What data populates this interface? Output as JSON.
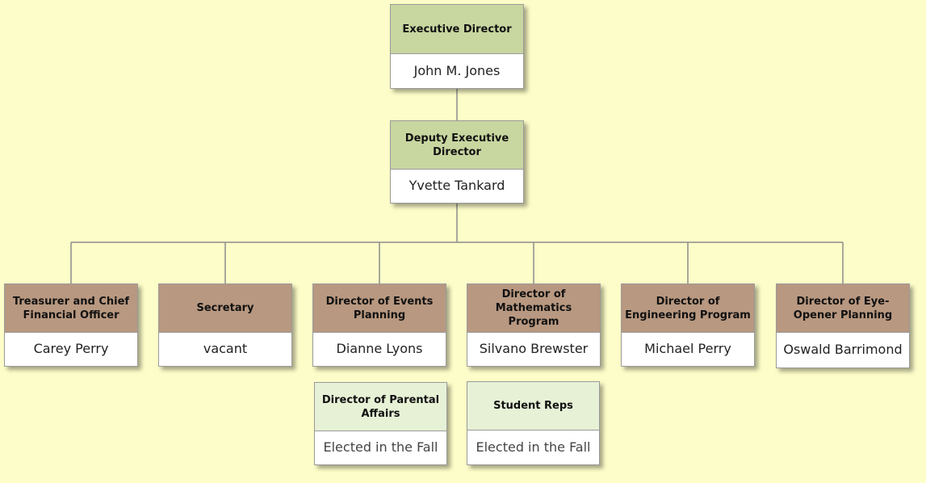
{
  "colors": {
    "background": "#fdfdc9",
    "executive_header": "#c8d6a0",
    "director_header": "#b89880",
    "sub_header": "#e6f1d6",
    "connector": "#8c8c8c"
  },
  "executive": {
    "title": "Executive Director",
    "name": "John M. Jones"
  },
  "deputy": {
    "title": "Deputy Executive Director",
    "name": "Yvette Tankard"
  },
  "directors": [
    {
      "title": "Treasurer and Chief Financial Officer",
      "name": "Carey Perry"
    },
    {
      "title": "Secretary",
      "name": "vacant"
    },
    {
      "title": "Director of Events Planning",
      "name": "Dianne Lyons"
    },
    {
      "title": "Director of Mathematics Program",
      "name": "Silvano Brewster"
    },
    {
      "title": "Director of Engineering Program",
      "name": "Michael Perry"
    },
    {
      "title": "Director of Eye-Opener Planning",
      "name": "Oswald Barrimond"
    }
  ],
  "sub_roles": [
    {
      "title": "Director of Parental Affairs",
      "name": "Elected in the Fall"
    },
    {
      "title": "Student Reps",
      "name": "Elected in the Fall"
    }
  ]
}
